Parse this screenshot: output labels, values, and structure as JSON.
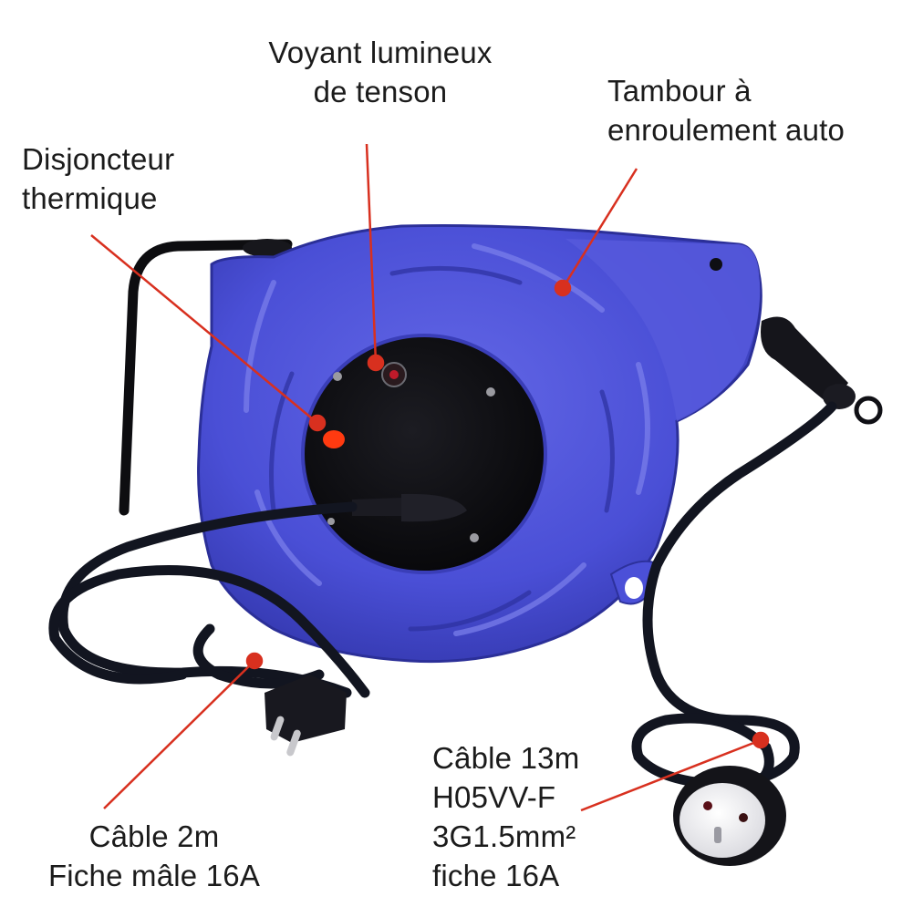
{
  "product": {
    "name": "Enrouleur de câble électrique automatique",
    "body_color": "#4a4fd6",
    "body_shade": "#3438b0",
    "body_highlight": "#7b80ee",
    "hub_color": "#0a0a0c",
    "cable_color": "#121520",
    "callout_color": "#d8301f"
  },
  "callouts": [
    {
      "id": "voyant",
      "lines": [
        "Voyant lumineux",
        "de tenson"
      ],
      "dot": [
        412,
        398
      ],
      "line_end": [
        402,
        158
      ]
    },
    {
      "id": "tambour",
      "lines": [
        "Tambour à",
        "enroulement auto"
      ],
      "dot": [
        617,
        316
      ],
      "line_end": [
        698,
        185
      ]
    },
    {
      "id": "disjoncteur",
      "lines": [
        "Disjoncteur",
        "thermique"
      ],
      "dot": [
        348,
        464
      ],
      "line_end": [
        100,
        258
      ]
    },
    {
      "id": "cable-2m",
      "lines": [
        "Câble 2m",
        "Fiche mâle 16A"
      ],
      "dot": [
        279,
        725
      ],
      "line_end": [
        114,
        887
      ]
    },
    {
      "id": "cable-13m",
      "lines": [
        "Câble 13m",
        "H05VV-F",
        "3G1.5mm²",
        "fiche 16A"
      ],
      "dot": [
        834,
        812
      ],
      "line_end": [
        637,
        889
      ]
    }
  ]
}
